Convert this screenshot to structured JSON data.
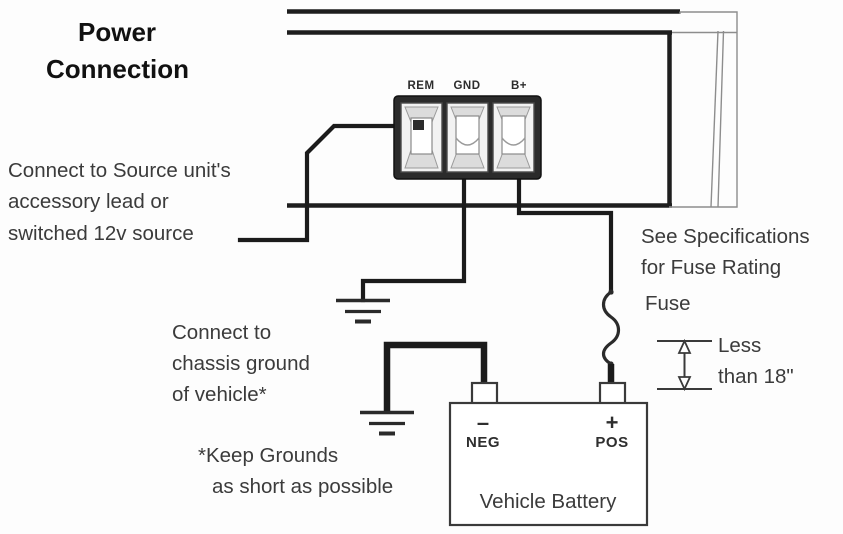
{
  "title": {
    "line1": "Power",
    "line2": "Connection"
  },
  "annotations": {
    "source_unit": {
      "line1": "Connect to Source unit's",
      "line2": "accessory lead or",
      "line3": "switched 12v source"
    },
    "chassis_ground": {
      "line1": "Connect to",
      "line2": "chassis ground",
      "line3": "of vehicle*"
    },
    "keep_grounds": {
      "line1": "*Keep Grounds",
      "line2": "as short as possible"
    },
    "fuse_rating": {
      "line1": "See Specifications",
      "line2": "for Fuse Rating"
    },
    "fuse_label": "Fuse",
    "length_limit": {
      "line1": "Less",
      "line2": "than 18\""
    }
  },
  "terminal_block": {
    "terminals": [
      {
        "label": "REM",
        "name": "remote-terminal"
      },
      {
        "label": "GND",
        "name": "ground-terminal"
      },
      {
        "label": "B+",
        "name": "b-plus-terminal"
      }
    ]
  },
  "battery": {
    "name": "Vehicle Battery",
    "negative": {
      "sign": "–",
      "label": "NEG"
    },
    "positive": {
      "sign": "+",
      "label": "POS"
    }
  },
  "colors": {
    "wire": "#1b1b1b",
    "text": "#3b3b3b",
    "title": "#111111",
    "background": "#fdfdfd",
    "terminal_body": "#2b2b2b",
    "terminal_socket": "#e9e9e9"
  },
  "icons": {
    "ground_symbol": "earth-ground-icon",
    "fuse_symbol": "fuse-squiggle-icon",
    "dimension_arrow": "double-arrow-icon"
  }
}
